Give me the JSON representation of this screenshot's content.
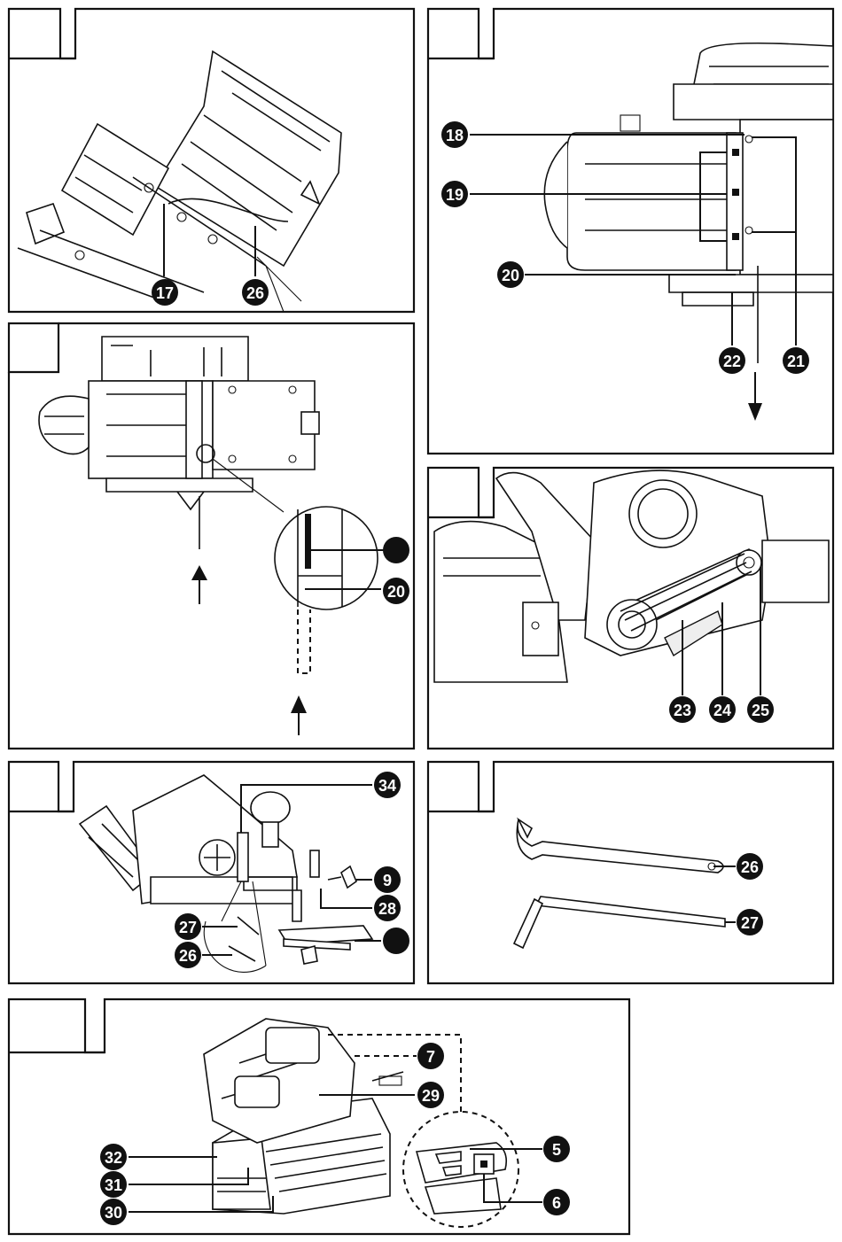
{
  "callouts": {
    "p1_17": "17",
    "p1_26": "26",
    "p2_18": "18",
    "p2_19": "19",
    "p2_20": "20",
    "p2_21": "21",
    "p2_22": "22",
    "p3_20": "20",
    "p4_23": "23",
    "p4_24": "24",
    "p4_25": "25",
    "p5_34": "34",
    "p5_9": "9",
    "p5_28": "28",
    "p5_27": "27",
    "p5_26": "26",
    "p6_26": "26",
    "p6_27": "27",
    "p7_7": "7",
    "p7_29": "29",
    "p7_5": "5",
    "p7_6": "6",
    "p7_32": "32",
    "p7_31": "31",
    "p7_30": "30"
  },
  "icons": [
    "arrow-down-icon",
    "arrow-up-icon",
    "wrench-icon",
    "hex-key-icon",
    "magnifier-circle-icon"
  ]
}
